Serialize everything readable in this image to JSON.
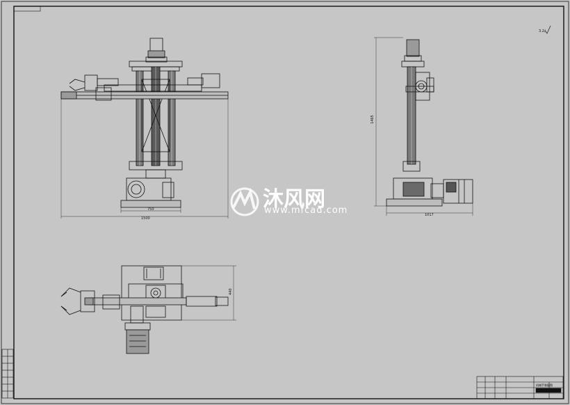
{
  "drawing": {
    "roughness_symbol": "3.2/",
    "front_view": {
      "dim_inner": "750",
      "dim_total": "1500"
    },
    "side_view": {
      "dim_height": "1465",
      "dim_width": "1017"
    },
    "top_view": {
      "dim_height": "440"
    }
  },
  "watermark": {
    "brand": "沐风网",
    "url": "www.mfcad.com",
    "color": "#ffffff"
  },
  "title_block": {
    "label": "机械手装配图"
  },
  "colors": {
    "paper": "#c6c6c6",
    "ink": "#111111"
  }
}
